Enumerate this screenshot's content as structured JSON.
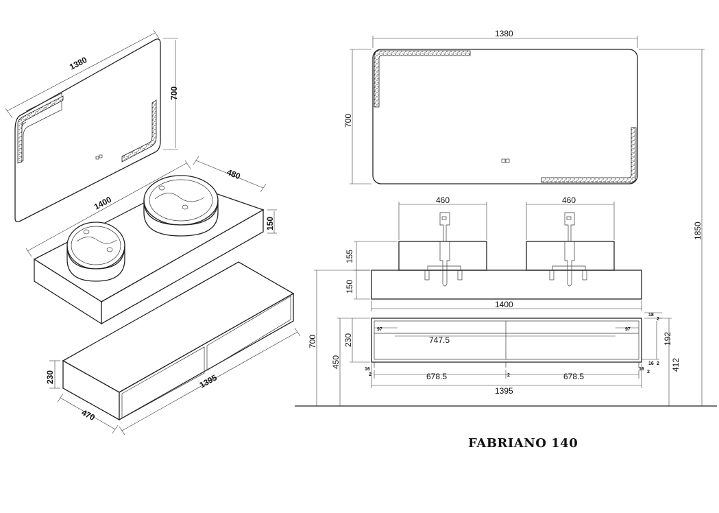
{
  "title": "FABRIANO 140",
  "iso_view": {
    "mirror_width": "1380",
    "mirror_height": "700",
    "countertop_width": "1400",
    "countertop_depth": "480",
    "countertop_height": "150",
    "cabinet_height": "230",
    "cabinet_width": "1395",
    "cabinet_depth": "470"
  },
  "front_view": {
    "mirror_width": "1380",
    "mirror_height": "700",
    "total_height": "1850",
    "basin_left_width": "460",
    "basin_right_width": "460",
    "basin_height": "155",
    "countertop_height": "150",
    "countertop_width": "1400",
    "cabinet_height_outer": "700",
    "cabinet_height_450": "450",
    "cabinet_height_230": "230",
    "inner_width": "747.5",
    "side_97_left": "97",
    "side_97_right": "97",
    "top_18": "18",
    "top_2": "2",
    "right_192": "192",
    "right_412": "412",
    "bottom_16_left": "16",
    "bottom_2_left": "2",
    "bottom_2_mid": "2",
    "bottom_16_right": "16",
    "bottom_2_right": "2",
    "right_16": "16",
    "right_2": "2",
    "drawer_left_width": "678.5",
    "drawer_right_width": "678.5",
    "cabinet_width": "1395"
  }
}
